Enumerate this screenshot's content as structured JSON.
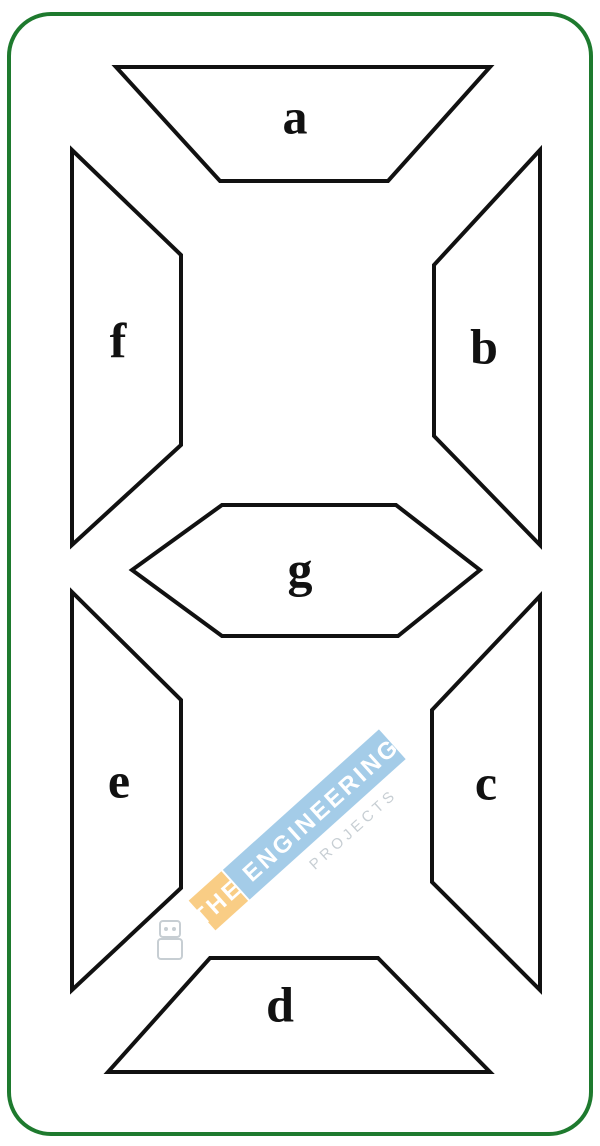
{
  "diagram": {
    "border_color": "#1e7a2e",
    "stroke_color": "#111111",
    "segments": [
      {
        "id": "a",
        "label": "a"
      },
      {
        "id": "b",
        "label": "b"
      },
      {
        "id": "c",
        "label": "c"
      },
      {
        "id": "d",
        "label": "d"
      },
      {
        "id": "e",
        "label": "e"
      },
      {
        "id": "f",
        "label": "f"
      },
      {
        "id": "g",
        "label": "g"
      }
    ]
  },
  "watermark": {
    "top_text": "",
    "main_text": "THE ENGINEERING",
    "sub_text": "PROJECTS",
    "colors": {
      "orange": "#f5a623",
      "blue": "#5ba4d6"
    }
  }
}
